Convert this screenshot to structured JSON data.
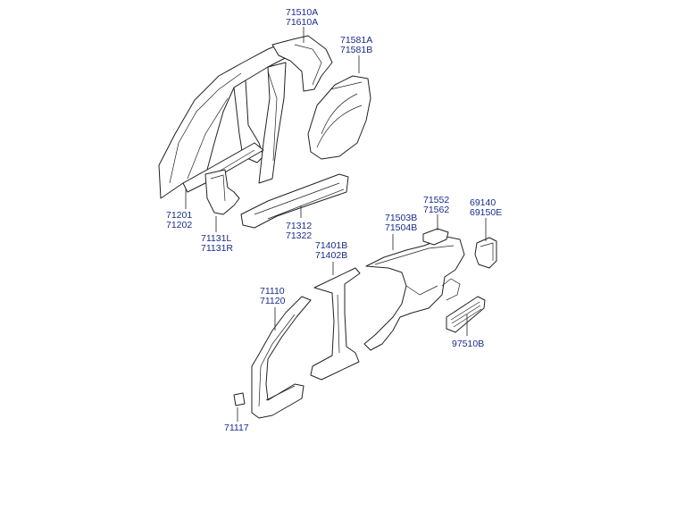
{
  "labels": [
    {
      "id": "71510A_71610A",
      "lines": [
        "71510A",
        "71610A"
      ]
    },
    {
      "id": "71581A_71581B",
      "lines": [
        "71581A",
        "71581B"
      ]
    },
    {
      "id": "71201_71202",
      "lines": [
        "71201",
        "71202"
      ]
    },
    {
      "id": "71131L_71131R",
      "lines": [
        "71131L",
        "71131R"
      ]
    },
    {
      "id": "71312_71322",
      "lines": [
        "71312",
        "71322"
      ]
    },
    {
      "id": "71552_71562",
      "lines": [
        "71552",
        "71562"
      ]
    },
    {
      "id": "69140_69150E",
      "lines": [
        "69140",
        "69150E"
      ]
    },
    {
      "id": "71503B_71504B",
      "lines": [
        "71503B",
        "71504B"
      ]
    },
    {
      "id": "71401B_71402B",
      "lines": [
        "71401B",
        "71402B"
      ]
    },
    {
      "id": "71110_71120",
      "lines": [
        "71110",
        "71120"
      ]
    },
    {
      "id": "97510B",
      "lines": [
        "97510B"
      ]
    },
    {
      "id": "71117",
      "lines": [
        "71117"
      ]
    }
  ],
  "colors": {
    "label": "#1a2a8c",
    "line": "#222222"
  }
}
